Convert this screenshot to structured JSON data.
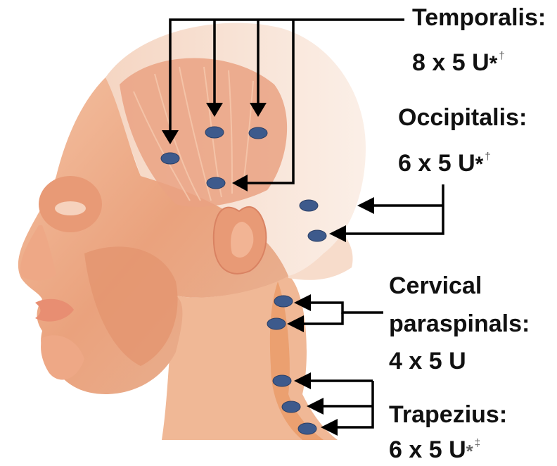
{
  "colors": {
    "skin_light": "#f7d5bf",
    "skin_mid": "#eca886",
    "skin_dark": "#d9805a",
    "injection_site": "#3d5a8c",
    "arrow": "#000000"
  },
  "labels": {
    "temporalis": {
      "name": "Temporalis:",
      "dose": "8 x 5 U",
      "mark": "*",
      "note": "†"
    },
    "occipitalis": {
      "name": "Occipitalis:",
      "dose": "6 x 5 U",
      "mark": "*",
      "note": "†"
    },
    "cervical": {
      "name_line1": "Cervical",
      "name_line2": "paraspinals:",
      "dose": "4 x 5 U"
    },
    "trapezius": {
      "name": "Trapezius:",
      "dose": "6 x 5 U",
      "mark": "*",
      "note": "‡"
    }
  }
}
